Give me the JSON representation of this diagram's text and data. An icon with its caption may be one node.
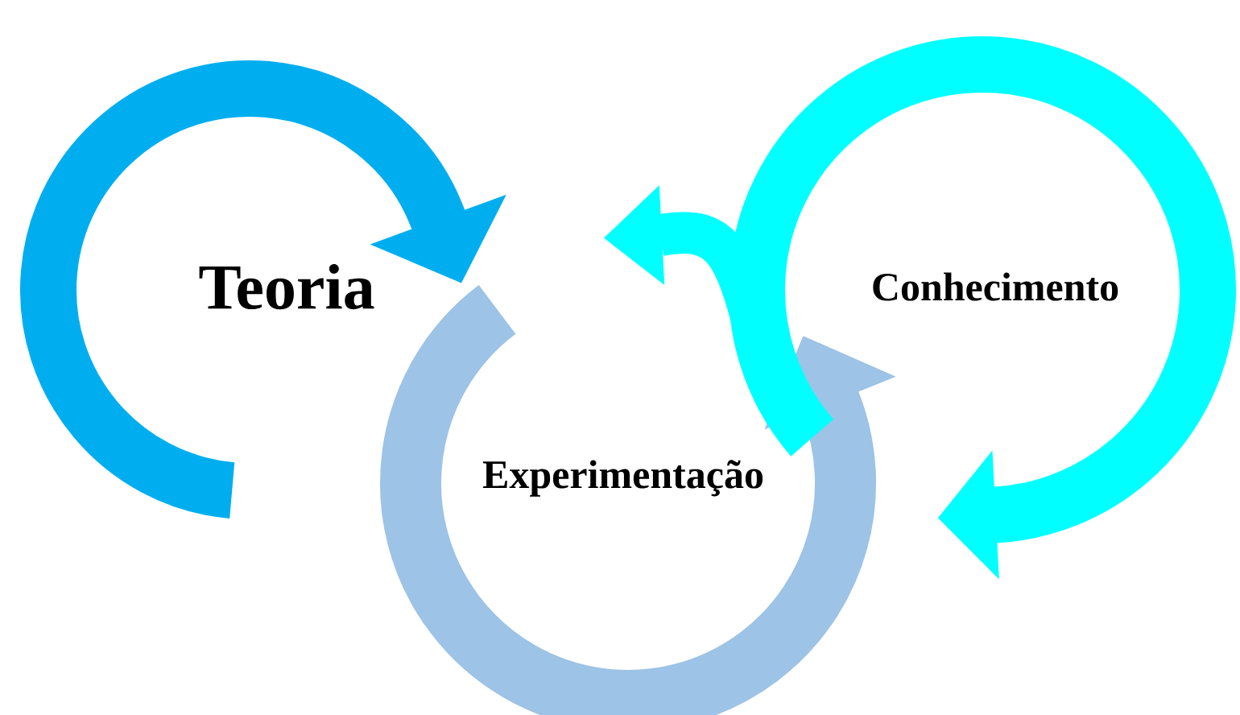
{
  "diagram": {
    "nodes": [
      {
        "text": [
          "Teoria"
        ]
      },
      {
        "text": [
          "Experimentação"
        ]
      },
      {
        "text": [
          "Conhecimento"
        ]
      }
    ]
  }
}
